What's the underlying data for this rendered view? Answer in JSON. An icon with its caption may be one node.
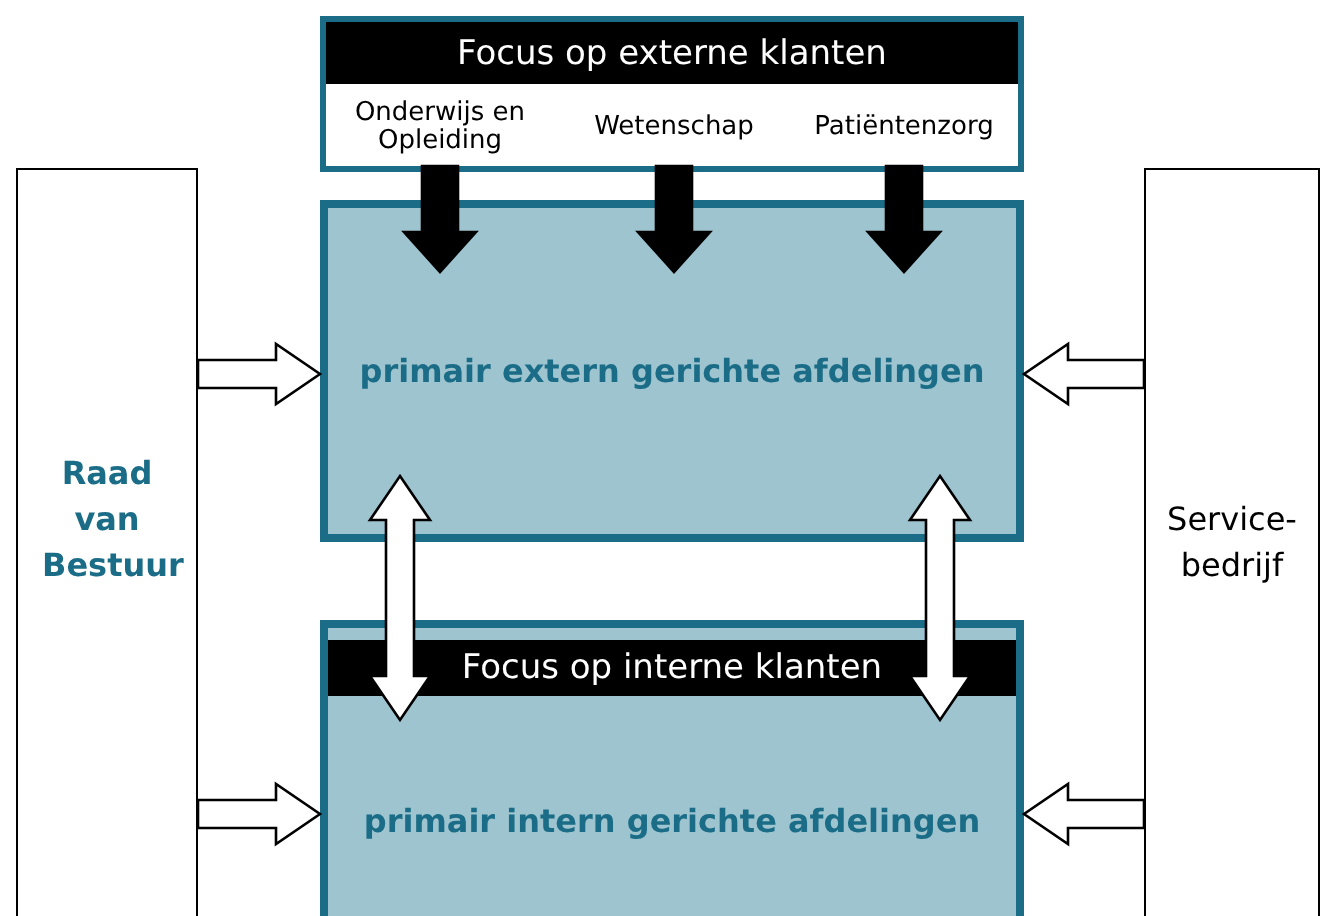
{
  "diagram": {
    "nodes": [
      {
        "text": [
          "Focus op externe klanten"
        ]
      },
      {
        "text": [
          "Onderwijs en Opleiding"
        ],
        "in": 0
      },
      {
        "text": [
          "Wetenschap"
        ],
        "in": 0
      },
      {
        "text": [
          "Patiëntenzorg"
        ],
        "in": 0
      },
      {
        "text": [
          "Raad van Bestuur"
        ]
      },
      {
        "text": [
          "primair extern gerichte afdelingen"
        ]
      },
      {
        "text": [
          "Service-bedrijf"
        ]
      },
      {
        "text": [
          "Focus op interne klanten",
          "primair intern gerichte afdelingen"
        ]
      }
    ],
    "edges": [
      {
        "from": 1,
        "to": 5,
        "arrow": "to",
        "style": "thick",
        "color": "#000000"
      },
      {
        "from": 2,
        "to": 5,
        "arrow": "to",
        "style": "thick",
        "color": "#000000"
      },
      {
        "from": 3,
        "to": 5,
        "arrow": "to",
        "style": "thick",
        "color": "#000000"
      },
      {
        "from": 4,
        "to": 5,
        "arrow": "to"
      },
      {
        "from": 6,
        "to": 5,
        "arrow": "to"
      },
      {
        "from": 4,
        "to": 7,
        "arrow": "to"
      },
      {
        "from": 6,
        "to": 7,
        "arrow": "to"
      },
      {
        "from": 5,
        "to": 7,
        "arrow": "both"
      },
      {
        "from": 5,
        "to": 7,
        "arrow": "both"
      }
    ]
  }
}
